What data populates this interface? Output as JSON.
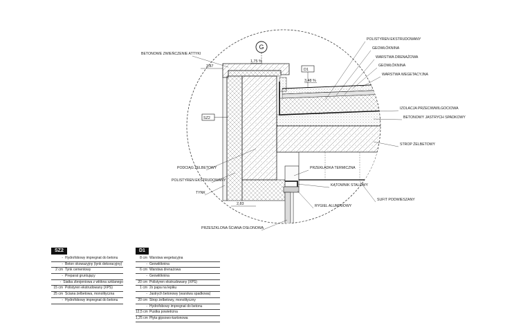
{
  "marker": "G",
  "dims": {
    "slope_attic": "1,75 %",
    "slope_roof": "3,48 %",
    "elev_top": "3,87",
    "elev_bottom": "2,83"
  },
  "tags": {
    "d1": "D1",
    "sz2": "SZ2"
  },
  "labels": {
    "polystyrene_top": "POLISTYREN EKSTRUDOWANY",
    "geo1": "GEOWŁÓKNINA",
    "drain": "WARSTWA DRENAŻOWA",
    "geo2": "GEOWŁÓKNINA",
    "veg": "WARSTWA WEGETACYJNA",
    "attic": "BETONOWE ZWIEŃCZENIE ATTYKI",
    "damp": "IZOLACJA PRZECIWWILGOCIOWA",
    "screed": "BETONOWY JASTRYCH SPADKOWY",
    "slab": "STROP ŻELBETOWY",
    "column": "PODCIĄG ŻELBETOWY",
    "thermal": "PRZEKŁADKA TERMICZNA",
    "poly_left": "POLISTYREN EKSTRUDOWANY",
    "angle": "KĄTOWNIK STALOWY",
    "plaster": "TYNK",
    "soffit": "SUFIT PODWIESZANY",
    "transom": "RYGIEL ALUMINIOWY",
    "curtain": "PRZESZKLONA ŚCIANA OSŁONOWA"
  },
  "sz2": {
    "title": "SZ2",
    "rows": [
      {
        "t": "-",
        "d": "Hydrofobowy impregnat do betonu"
      },
      {
        "t": "-",
        "d": "Beton okowazyjny (tynk dekoracyjny)"
      },
      {
        "t": "2 cm",
        "d": "Tynk cementowy"
      },
      {
        "t": "-",
        "d": "Preparat gruntujący"
      },
      {
        "t": "-",
        "d": "Siatka zbrojeniowa z włókna szklanego"
      },
      {
        "t": "15 cm",
        "d": "Polistyren ekstrudowany (XPS)"
      },
      {
        "t": "25 cm",
        "d": "Ściana żelbetowa, monolityczna"
      },
      {
        "t": "-",
        "d": "Hydrofobowy impregnat do betonu"
      }
    ]
  },
  "d1": {
    "title": "D1",
    "rows": [
      {
        "t": "8 cm",
        "d": "Warstwa wegetacyjna"
      },
      {
        "t": "-",
        "d": "Geowłóknina"
      },
      {
        "t": "6 cm",
        "d": "Warstwa drenażowa"
      },
      {
        "t": "-",
        "d": "Geowłóknina"
      },
      {
        "t": "20 cm",
        "d": "Polistyren ekstrudowany (XPS)"
      },
      {
        "t": "1 cm",
        "d": "2x papa na lepiku"
      },
      {
        "t": "-",
        "d": "Jastrych betonowy (warstwa spadkowa)"
      },
      {
        "t": "20 cm",
        "d": "Strop żelbetowy, monolityczny"
      },
      {
        "t": "-",
        "d": "Hydrofobowy impregnat do betonu"
      },
      {
        "t": "12,5 cm",
        "d": "Pustka powietrzna"
      },
      {
        "t": "1,25 cm",
        "d": "Płyta gipsowo-kartonowa"
      }
    ]
  }
}
